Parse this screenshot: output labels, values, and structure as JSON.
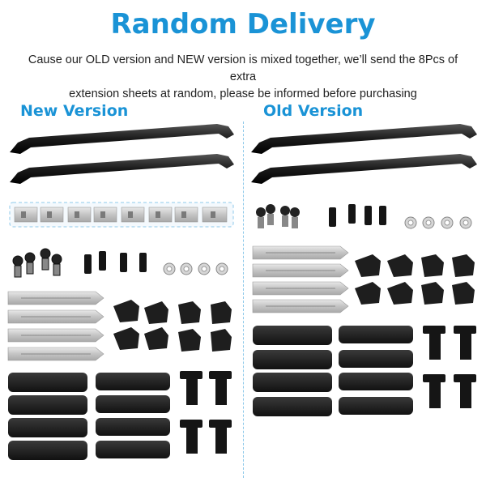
{
  "header": {
    "title": "Random Delivery",
    "line1": "Cause our OLD version and NEW version is mixed together, we’ll send the 8Pcs of extra",
    "line2": "extension sheets at random, please be informed before purchasing"
  },
  "new_version": {
    "label": "New Version"
  },
  "old_version": {
    "label": "Old Version"
  },
  "colors": {
    "accent": "#1a93d6",
    "part_dark": "#1c1c1c",
    "metal": "#c8c8c8"
  }
}
